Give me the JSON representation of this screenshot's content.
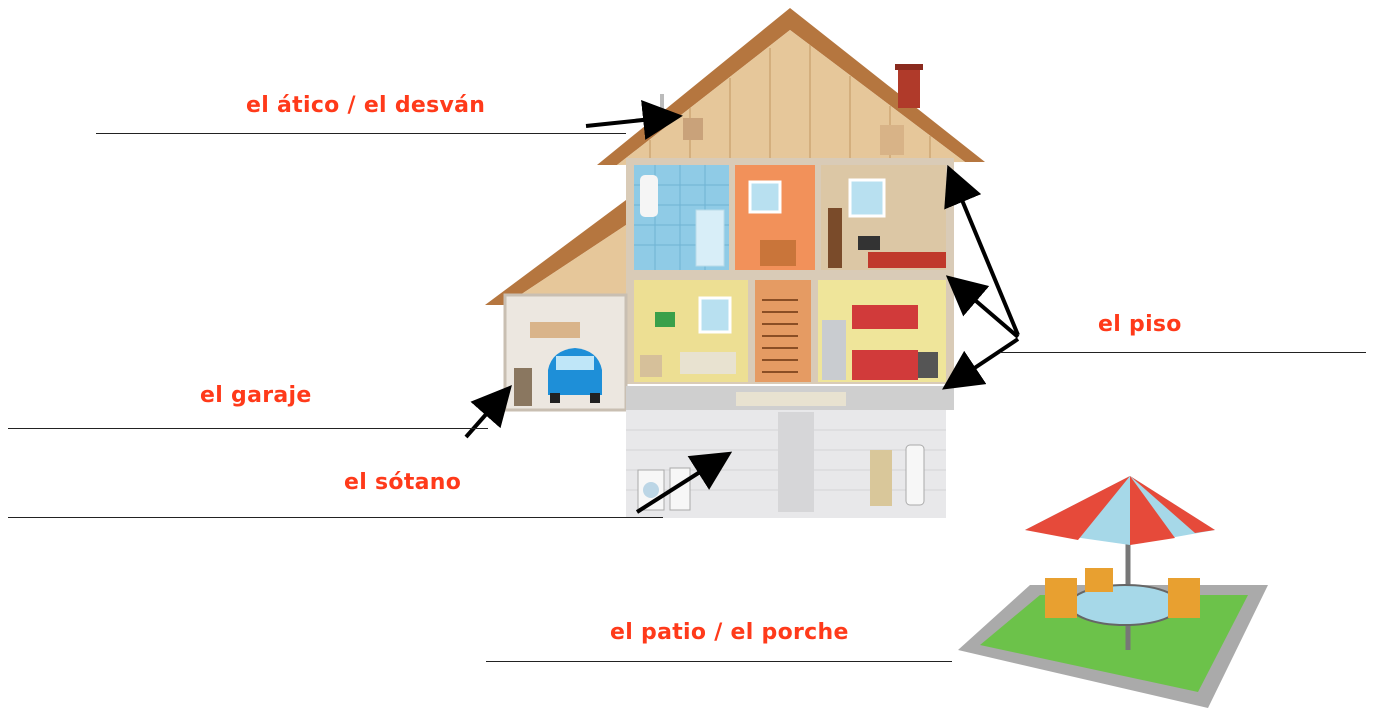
{
  "labels": {
    "attic": "el ático / el desván",
    "floor": "el piso",
    "garage": "el garaje",
    "basement": "el sótano",
    "patio": "el patio / el porche"
  },
  "colors": {
    "label": "#ff3a1a",
    "roof": "#c8884a",
    "attic_wood": "#e6c79a",
    "bathroom": "#8fcbe6",
    "hallway": "#f2915a",
    "bedroom": "#dcc7a5",
    "living": "#eddf93",
    "kitchen": "#efe59a",
    "garage_wall": "#ece7e0",
    "basement": "#e8e8ea",
    "car": "#1e8fd8",
    "umbrella_red": "#e64a3a",
    "umbrella_blue": "#a6d8e8",
    "grass": "#6cc24a"
  }
}
